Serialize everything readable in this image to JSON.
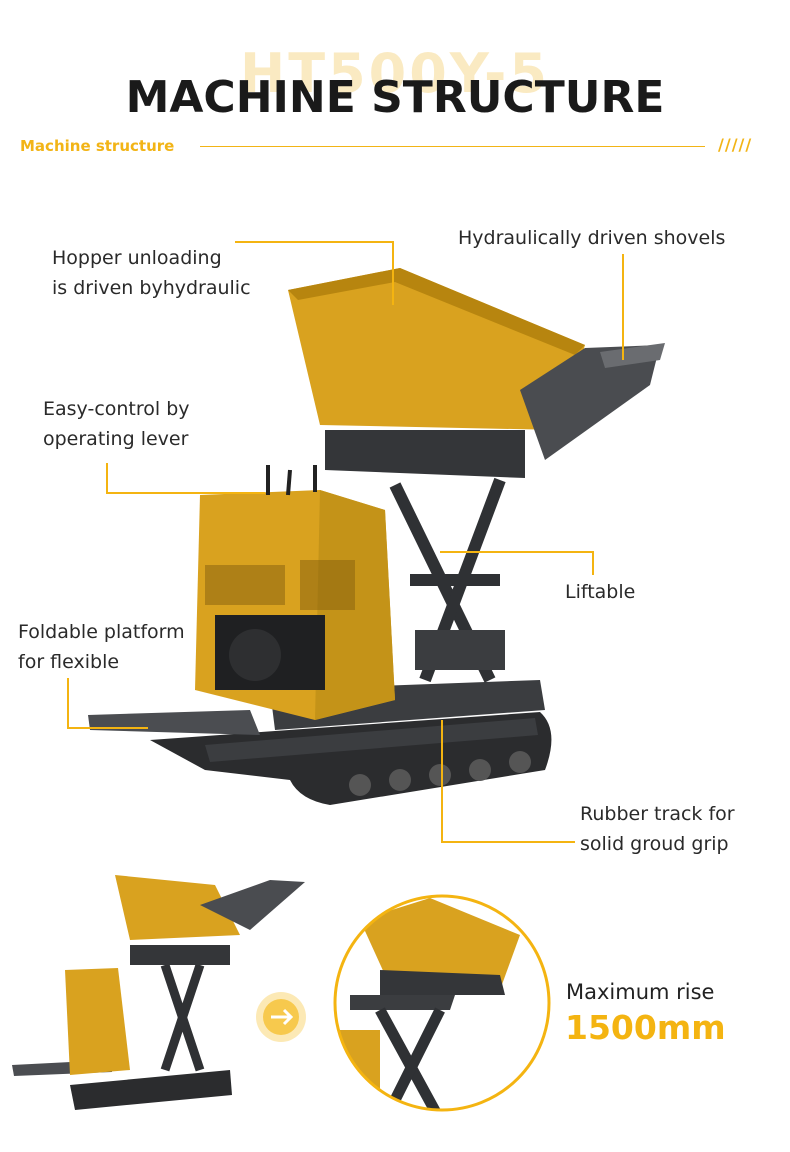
{
  "header": {
    "watermark": "HT500Y-5",
    "title": "MACHINE STRUCTURE",
    "subtitle": "Machine structure",
    "slashes": "/////"
  },
  "callouts": {
    "hopper": [
      "Hopper unloading",
      "is driven byhydraulic"
    ],
    "shovels": [
      "Hydraulically driven shovels"
    ],
    "lever": [
      "Easy-control by",
      "operating lever"
    ],
    "liftable": [
      "Liftable"
    ],
    "platform": [
      "Foldable platform",
      "for flexible"
    ],
    "track": [
      "Rubber track for",
      "solid groud grip"
    ]
  },
  "rise": {
    "label": "Maximum rise",
    "value": "1500mm"
  },
  "colors": {
    "accent": "#f4b411",
    "machine_body": "#d9a21f",
    "steel": "#3b3d40",
    "text": "#2a2a2a"
  },
  "icons": {
    "arrow": "arrow-right-circle-icon"
  }
}
